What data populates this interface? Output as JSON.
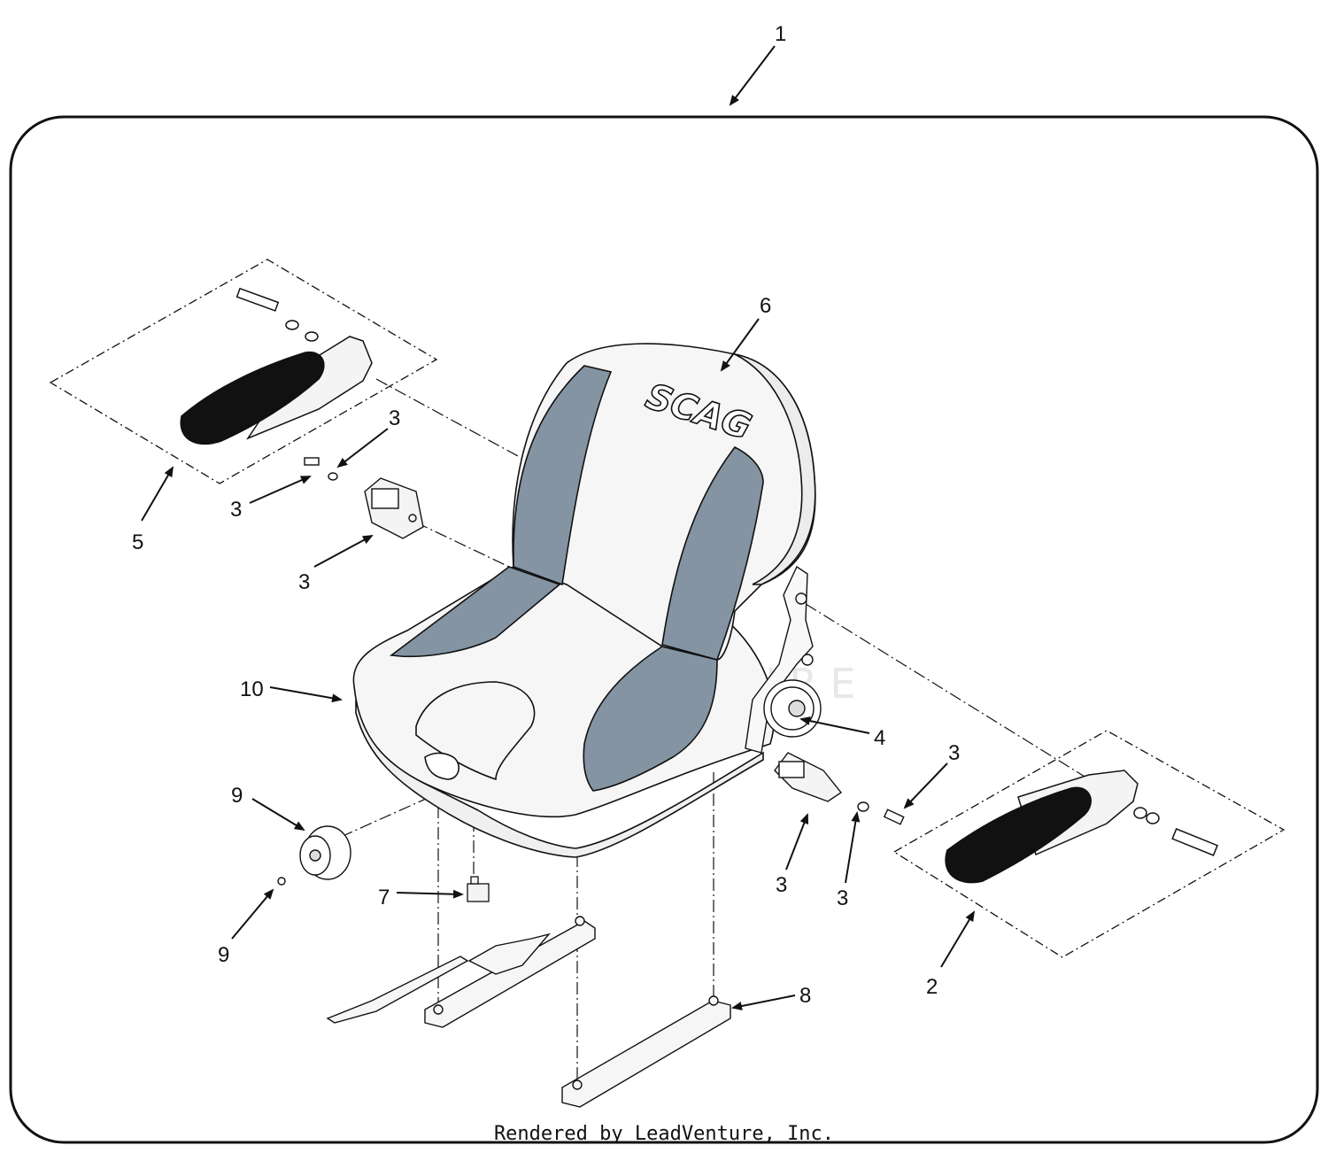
{
  "diagram": {
    "callouts": [
      {
        "id": "callout-1",
        "text": "1"
      },
      {
        "id": "callout-2",
        "text": "2"
      },
      {
        "id": "callout-3a",
        "text": "3"
      },
      {
        "id": "callout-3b",
        "text": "3"
      },
      {
        "id": "callout-3c",
        "text": "3"
      },
      {
        "id": "callout-3d",
        "text": "3"
      },
      {
        "id": "callout-3e",
        "text": "3"
      },
      {
        "id": "callout-3f",
        "text": "3"
      },
      {
        "id": "callout-4",
        "text": "4"
      },
      {
        "id": "callout-5",
        "text": "5"
      },
      {
        "id": "callout-6",
        "text": "6"
      },
      {
        "id": "callout-7",
        "text": "7"
      },
      {
        "id": "callout-8",
        "text": "8"
      },
      {
        "id": "callout-9a",
        "text": "9"
      },
      {
        "id": "callout-9b",
        "text": "9"
      },
      {
        "id": "callout-10",
        "text": "10"
      }
    ],
    "seat_logo": "SCAG",
    "watermark": "LEADVENTURE",
    "footer": "Rendered by LeadVenture, Inc.",
    "colors": {
      "panel": "#8494a3",
      "pad": "#111111",
      "line": "#111111"
    }
  }
}
